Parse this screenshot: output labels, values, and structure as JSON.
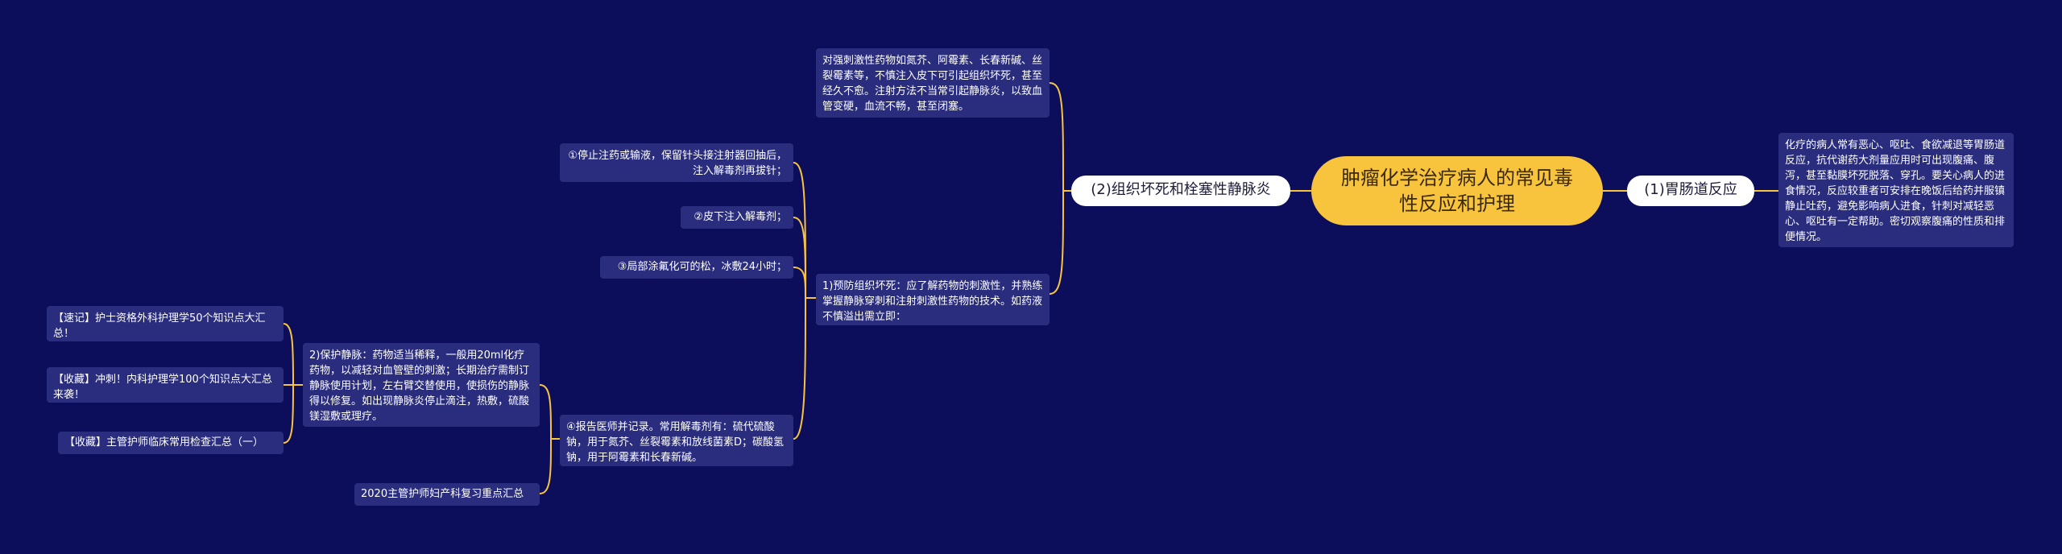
{
  "root": {
    "label": "肿瘤化学治疗病人的常见毒性反应和护理"
  },
  "right_branch": {
    "label": "(1)胃肠道反应",
    "detail": "化疗的病人常有恶心、呕吐、食欲减退等胃肠道反应，抗代谢药大剂量应用时可出现腹痛、腹泻，甚至黏膜坏死脱落、穿孔。要关心病人的进食情况，反应较重者可安排在晚饭后给药并服镇静止吐药，避免影响病人进食，针刺对减轻恶心、呕吐有一定帮助。密切观察腹痛的性质和排便情况。"
  },
  "left_branch": {
    "label": "(2)组织坏死和栓塞性静脉炎",
    "top_note": "对强刺激性药物如氮芥、阿霉素、长春新碱、丝裂霉素等，不慎注入皮下可引起组织坏死，甚至经久不愈。注射方法不当常引起静脉炎，以致血管变硬，血流不畅，甚至闭塞。",
    "prevention": "1)预防组织坏死：应了解药物的刺激性，并熟练掌握静脉穿刺和注射刺激性药物的技术。如药液不慎溢出需立即：",
    "steps": [
      "①停止注药或输液，保留针头接注射器回抽后，注入解毒剂再拔针；",
      "②皮下注入解毒剂；",
      "③局部涂氟化可的松，冰敷24小时；",
      "④报告医师并记录。常用解毒剂有：硫代硫酸钠，用于氮芥、丝裂霉素和放线菌素D；碳酸氢钠，用于阿霉素和长春新碱。"
    ],
    "protect": "2)保护静脉：药物适当稀释，一般用20ml化疗药物，以减轻对血管壁的刺激；长期治疗需制订静脉使用计划，左右臂交替使用，使损伤的静脉得以修复。如出现静脉炎停止滴注，热敷，硫酸镁湿敷或理疗。",
    "links": [
      "【速记】护士资格外科护理学50个知识点大汇总！",
      "【收藏】冲刺！内科护理学100个知识点大汇总来袭！",
      "【收藏】主管护师临床常用检查汇总（一）"
    ],
    "summary": "2020主管护师妇产科复习重点汇总"
  },
  "colors": {
    "background": "#0c0e5c",
    "node": "#2a2d7e",
    "line": "#f9c43d",
    "root": "#f9c43d"
  }
}
